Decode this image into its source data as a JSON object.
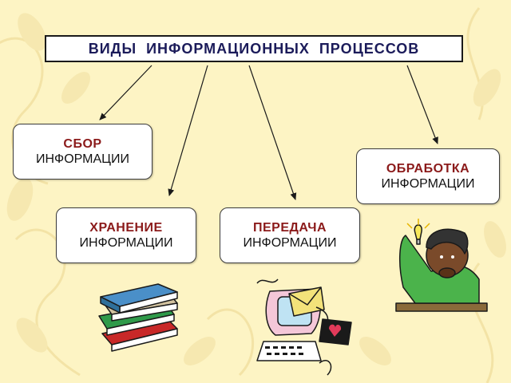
{
  "title": "ВИДЫ  ИНФОРМАЦИОННЫХ  ПРОЦЕССОВ",
  "processes": [
    {
      "heading": "СБОР",
      "sub": "ИНФОРМАЦИИ"
    },
    {
      "heading": "ОБРАБОТКА",
      "sub": "ИНФОРМАЦИИ"
    },
    {
      "heading": "ХРАНЕНИЕ",
      "sub": "ИНФОРМАЦИИ"
    },
    {
      "heading": "ПЕРЕДАЧА",
      "sub": "ИНФОРМАЦИИ"
    }
  ],
  "colors": {
    "background": "#fdf4c4",
    "heading": "#8b1a1a",
    "title_text": "#1b1b5a"
  },
  "icons": [
    "books-clipart",
    "computer-mail-clipart",
    "thinking-person-clipart"
  ]
}
